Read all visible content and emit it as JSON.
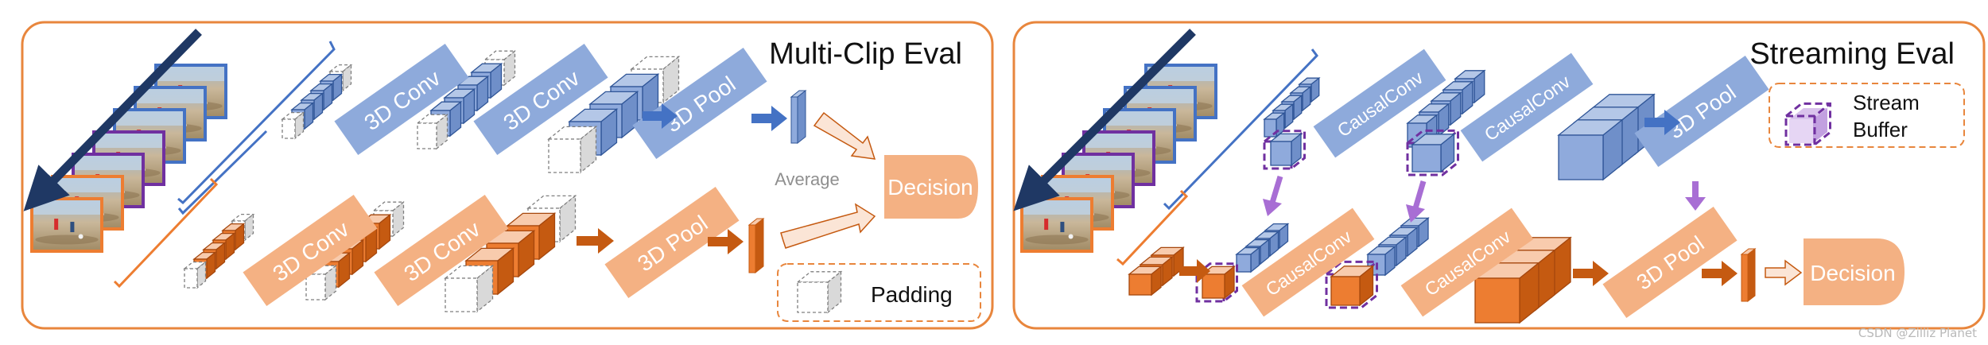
{
  "left_panel": {
    "title": "Multi-Clip Eval",
    "conv_label": "3D Conv",
    "pool_label": "3D Pool",
    "average_label": "Average",
    "decision_label": "Decision",
    "legend_label": "Padding"
  },
  "right_panel": {
    "title": "Streaming Eval",
    "conv_label": "CausalConv",
    "pool_label": "3D Pool",
    "decision_label": "Decision",
    "legend_line1": "Stream",
    "legend_line2": "Buffer"
  },
  "watermark": "CSDN @Zilliz Planet",
  "colors": {
    "panel_border": "#e8863d",
    "blue_label": "#8eaadb",
    "orange_label": "#f4b183",
    "blue_block": "#8faadc",
    "orange_block": "#ed7d31",
    "purple_buffer": "#7030a0",
    "frame_blue": "#4472c4",
    "frame_purple": "#7030a0",
    "frame_orange": "#ed7d31",
    "dark_arrow": "#1f3864"
  }
}
